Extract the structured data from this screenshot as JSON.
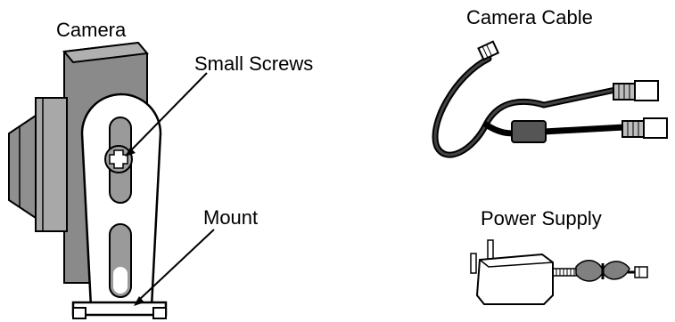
{
  "labels": {
    "camera": "Camera",
    "small_screws": "Small Screws",
    "mount": "Mount",
    "camera_cable": "Camera Cable",
    "power_supply": "Power Supply"
  },
  "colors": {
    "stroke": "#000000",
    "body_dark": "#8a8a8a",
    "body_mid": "#a8a8a8",
    "mount_fill": "#ffffff",
    "slot_fill": "#9a9a9a",
    "connector_fill": "#bdbdbd",
    "cord_fill": "#808080"
  }
}
